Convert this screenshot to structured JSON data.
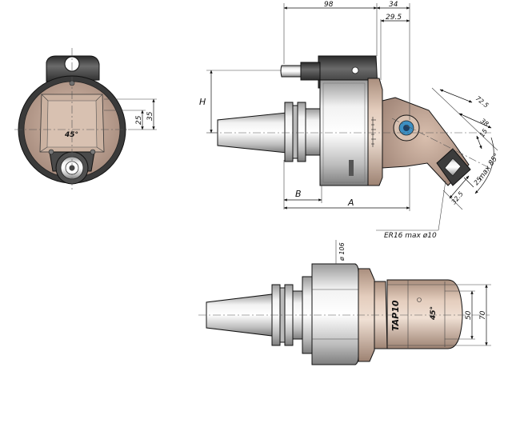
{
  "dimensions": {
    "d98": "98",
    "d34": "34",
    "d29_5": "29.5",
    "dH": "H",
    "dB": "B",
    "dA": "A",
    "d72_5": "72.5",
    "d38": "38",
    "d15": "15",
    "d25_side": "25",
    "d32_5": "32.5",
    "max85": "max 85°",
    "d25_front": "25",
    "d35_front": "35",
    "d106": "ø 106",
    "d50": "50",
    "d70": "70"
  },
  "markings": {
    "angle_front": "45°",
    "angle_top": "45°",
    "model": "TAP10"
  },
  "note": "ER16 max ø10",
  "colors": {
    "body_tan": "#c9ab96",
    "dark_housing": "#3f3f3f",
    "steel": "#d8d8d8",
    "line": "#111111"
  }
}
